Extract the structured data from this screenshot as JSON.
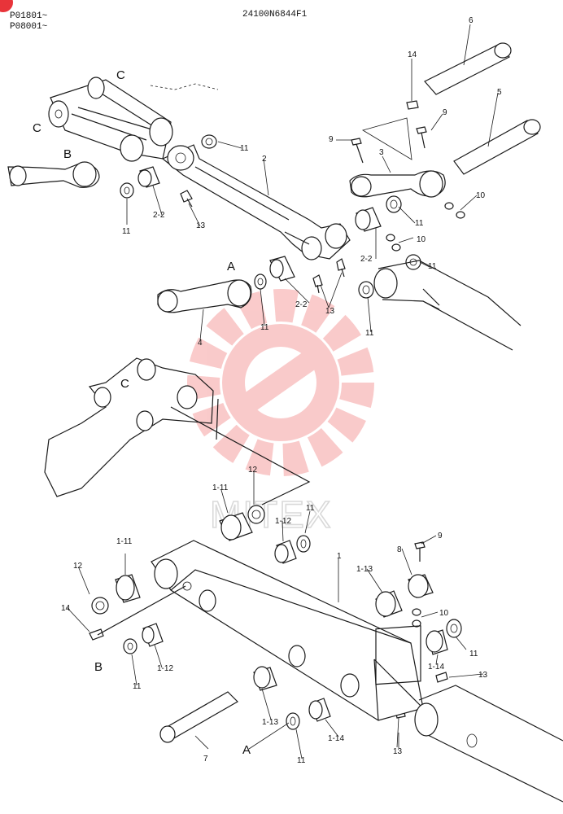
{
  "header": {
    "drawing_number": "24100N6844F1",
    "serial_ranges": [
      "P01801~",
      "P08001~"
    ]
  },
  "watermark": {
    "text": "MITEX",
    "color": "#f5a0a0"
  },
  "badge": {
    "color": "#e8343a"
  },
  "section_letters": {
    "c1": "C",
    "c2": "C",
    "c3": "C",
    "b1": "B",
    "b2": "B",
    "a1": "A",
    "a2": "A"
  },
  "callouts": {
    "p6": "6",
    "p14a": "14",
    "p9a": "9",
    "p5": "5",
    "p9b": "9",
    "p3": "3",
    "p11a": "11",
    "p2": "2",
    "p10a": "10",
    "p11b": "11",
    "p22a": "2-2",
    "p13a": "13",
    "p11c": "11",
    "p10b": "10",
    "p22b": "2-2",
    "p11d": "11",
    "p22c": "2-2",
    "p13b": "13",
    "p11e": "11",
    "p11f": "11",
    "p4": "4",
    "p12a": "12",
    "p111a": "1-11",
    "p11g": "11",
    "p112a": "1-12",
    "p9c": "9",
    "p1": "1",
    "p8": "8",
    "p111b": "1-11",
    "p12b": "12",
    "p113a": "1-13",
    "p10c": "10",
    "p14b": "14",
    "p11h": "11",
    "p112b": "1-12",
    "p11i": "11",
    "p114a": "1-14",
    "p13c": "13",
    "p113b": "1-13",
    "p114b": "1-14",
    "p7": "7",
    "p11j": "11",
    "p13d": "13"
  }
}
